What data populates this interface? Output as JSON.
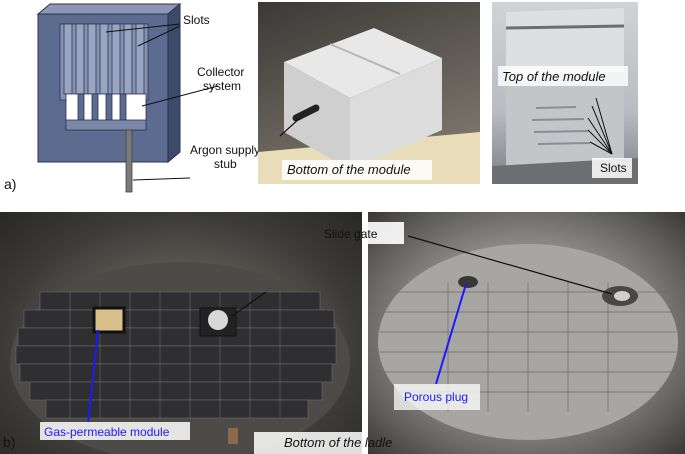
{
  "panel_a": {
    "tag": "a)",
    "cad": {
      "slots_label": "Slots",
      "collector_label_line1": "Collector",
      "collector_label_line2": "system",
      "argon_label_line1": "Argon supply",
      "argon_label_line2": "stub"
    },
    "photo_bottom": {
      "caption": "Bottom of the module"
    },
    "photo_top": {
      "caption": "Top of the module",
      "slots_label": "Slots"
    }
  },
  "panel_b": {
    "tag": "b)",
    "left_photo": {
      "module_label": "Gas-permeable module",
      "caption": "Bottom of the ladle"
    },
    "right_photo": {
      "slide_gate_label": "Slide gate",
      "porous_plug_label": "Porous plug"
    }
  },
  "colors": {
    "blue_label": "#1a1aff",
    "cad_blue": "#4f5d82",
    "refractory": "#5a5a5a"
  }
}
